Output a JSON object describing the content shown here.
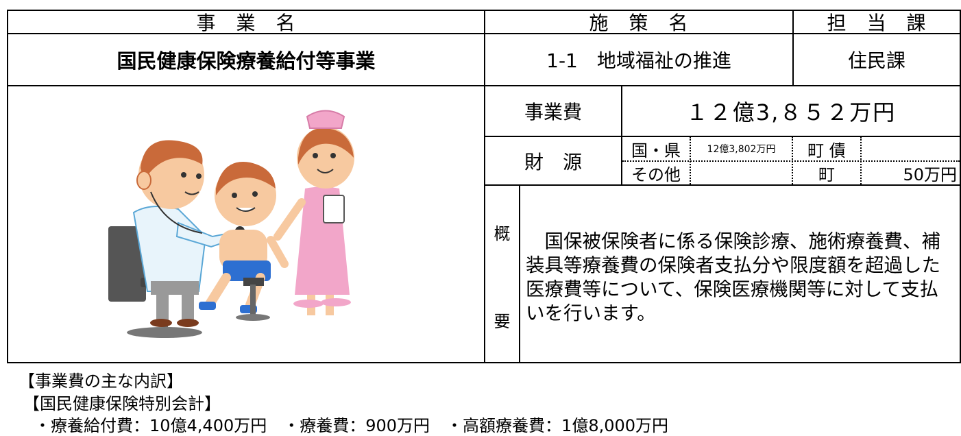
{
  "header": {
    "business_name_label": "事　業　名",
    "policy_name_label": "施　策　名",
    "department_label": "担　当　課"
  },
  "row1": {
    "business_name": "国民健康保険療養給付等事業",
    "policy_name": "1-1　地域福祉の推進",
    "department": "住民課"
  },
  "cost": {
    "label": "事業費",
    "value": "１２億3,８５２万円"
  },
  "funding": {
    "label": "財　源",
    "national_pref_label": "国・県",
    "national_pref_value": "12億3,802万円",
    "town_bond_label": "町 債",
    "town_bond_value": "",
    "other_label": "その他",
    "other_value": "",
    "town_label": "町",
    "town_value": "50万円"
  },
  "summary": {
    "label_top": "概",
    "label_bottom": "要",
    "text": "　国保被保険者に係る保険診療、施術療養費、補装具等療養費の保険者支払分や限度額を超過した医療費等について、保険医療機関等に対して支払いを行います。"
  },
  "breakdown": {
    "title": "【事業費の主な内訳】",
    "subtitle": "【国民健康保険特別会計】",
    "items_line": "・療養給付費：10億4,400万円　・療養費：900万円　・高額療養費：1億8,000万円"
  },
  "illustration": {
    "icon": "doctor-nurse-child-illustration",
    "colors": {
      "skin": "#f7c9a0",
      "doctor_hair": "#c96a3a",
      "coat": "#e8f4fb",
      "nurse": "#f2a6c9",
      "shorts": "#2d6fd1",
      "chair": "#555555"
    }
  }
}
